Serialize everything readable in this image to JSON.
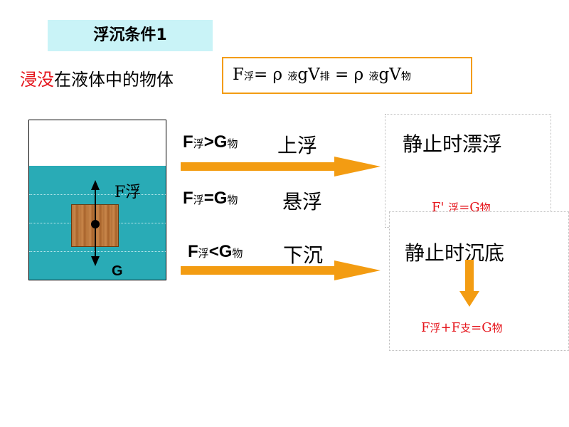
{
  "title": "浮沉条件1",
  "intro": {
    "highlight": "浸没",
    "rest": "在液体中的物体"
  },
  "formula": {
    "F": "F",
    "F_sub": "浮",
    "mid1": "= ρ ",
    "liq1": "液",
    "gV1": "gV",
    "pai": "排",
    "mid2": " = ρ ",
    "liq2": "液",
    "gV2": "gV",
    "wu": "物"
  },
  "diagram": {
    "buoyancy_label": "F浮",
    "gravity_label": "G"
  },
  "conditions": [
    {
      "F": "F",
      "F_sub": "浮",
      "op": ">",
      "G": "G",
      "G_sub": "物",
      "state": "上浮"
    },
    {
      "F": "F",
      "F_sub": "浮",
      "op": "=",
      "G": "G",
      "G_sub": "物",
      "state": "悬浮"
    },
    {
      "F": "F",
      "F_sub": "浮",
      "op": "<",
      "G": "G",
      "G_sub": "物",
      "state": "下沉"
    }
  ],
  "results": {
    "float": {
      "text": "静止时漂浮",
      "formula": {
        "F": "F' ",
        "sub": "浮",
        "rest": "=G",
        "sub2": "物"
      }
    },
    "sink": {
      "text": "静止时沉底",
      "formula": {
        "F": "F",
        "sub": "浮",
        "plus": "+F",
        "sub2": "支",
        "eq": "=G",
        "sub3": "物"
      }
    }
  },
  "colors": {
    "arrow": "#f39c12",
    "water": "#29abb6",
    "highlight": "#e5141b",
    "title_bg": "#c9f3f7"
  }
}
